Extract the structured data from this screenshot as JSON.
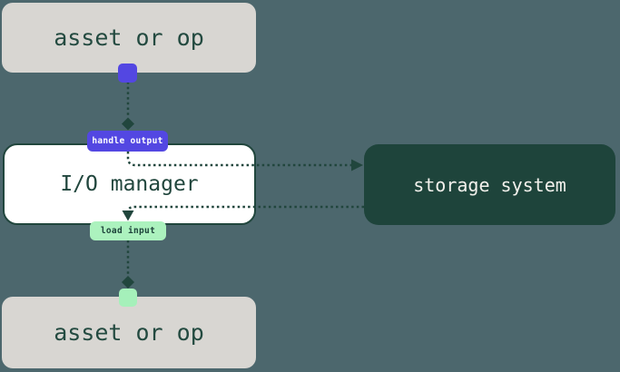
{
  "diagram": {
    "nodes": {
      "asset_top": {
        "label": "asset or op"
      },
      "io_manager": {
        "label": "I/O manager"
      },
      "storage_system": {
        "label": "storage system"
      },
      "asset_bottom": {
        "label": "asset or op"
      }
    },
    "edge_badges": {
      "handle_output": {
        "label": "handle output"
      },
      "load_input": {
        "label": "load input"
      }
    },
    "edges": [
      {
        "from": "asset_top",
        "to": "io_manager",
        "through": "handle output",
        "style": "dotted"
      },
      {
        "from": "io_manager",
        "to": "storage_system",
        "through": "handle output",
        "style": "dotted-arrow"
      },
      {
        "from": "storage_system",
        "to": "io_manager",
        "through": "load input",
        "style": "dotted-arrow"
      },
      {
        "from": "io_manager",
        "to": "asset_bottom",
        "through": "load input",
        "style": "dotted"
      }
    ],
    "colors": {
      "background": "#4c676d",
      "asset_node_bg": "#d8d6d2",
      "io_manager_bg": "#ffffff",
      "storage_bg": "#1e443b",
      "ink_dark_green": "#21463d",
      "accent_purple": "#5347e2",
      "accent_light_green": "#acf2be",
      "storage_text": "#f2f1ec"
    }
  }
}
